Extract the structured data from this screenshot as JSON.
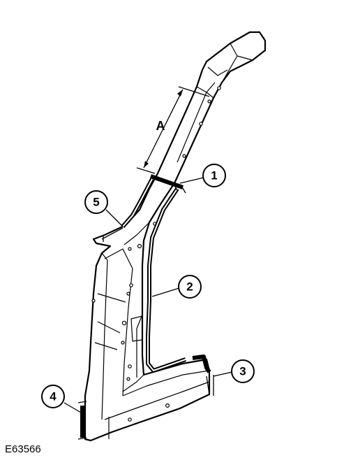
{
  "figure_id": "E63566",
  "dimension_label": "A",
  "callouts": [
    "1",
    "2",
    "3",
    "4",
    "5"
  ]
}
